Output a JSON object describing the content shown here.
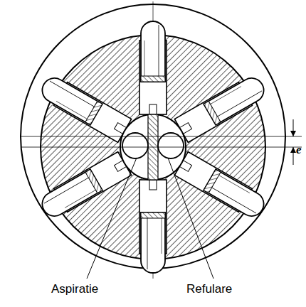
{
  "diagram": {
    "labels": [
      "Aspiratie",
      "Refulare",
      "e"
    ]
  }
}
